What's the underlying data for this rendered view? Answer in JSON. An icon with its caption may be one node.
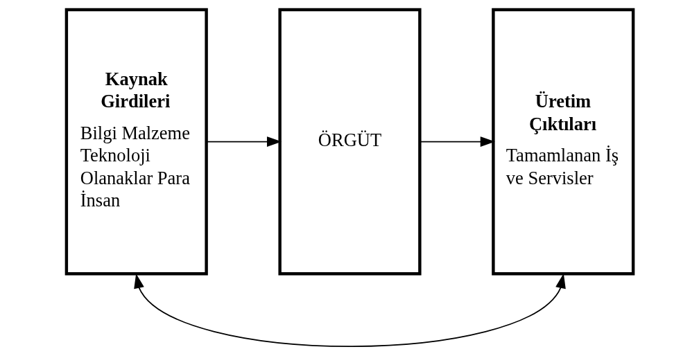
{
  "diagram": {
    "nodes": [
      {
        "text": [
          "Kaynak Girdileri",
          "Bilgi Malzeme Teknoloji Olanaklar Para İnsan"
        ]
      },
      {
        "text": [
          "ÖRGÜT"
        ]
      },
      {
        "text": [
          "Üretim Çıktıları",
          "Tamamlanan İş ve Servisler"
        ]
      }
    ],
    "edges": [
      {
        "from": 0,
        "to": 1,
        "arrow": "to"
      },
      {
        "from": 1,
        "to": 2,
        "arrow": "to"
      },
      {
        "from": 0,
        "to": 2,
        "arrow": "both"
      }
    ]
  }
}
